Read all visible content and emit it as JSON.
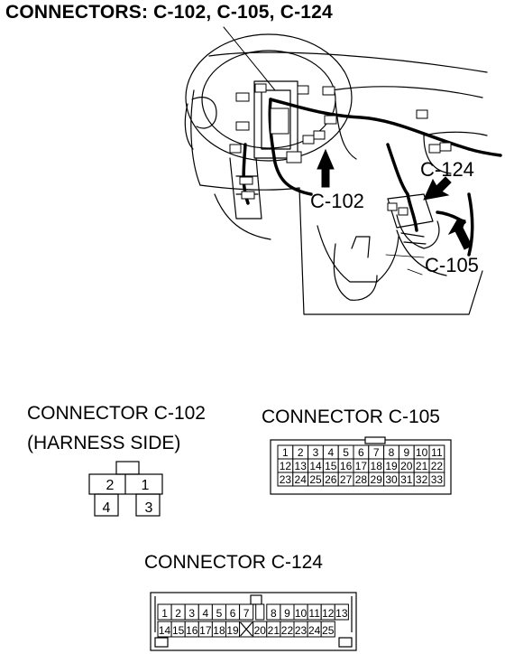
{
  "title": "CONNECTORS: C-102, C-105, C-124",
  "illustration": {
    "labels": {
      "c102": "C-102",
      "c124": "C-124",
      "c105": "C-105"
    }
  },
  "connector_c102": {
    "heading": "CONNECTOR C-102",
    "subheading": "(HARNESS SIDE)",
    "pins": [
      "1",
      "2",
      "3",
      "4"
    ]
  },
  "connector_c105": {
    "heading": "CONNECTOR C-105",
    "rows": [
      [
        "1",
        "2",
        "3",
        "4",
        "5",
        "6",
        "7",
        "8",
        "9",
        "10",
        "11"
      ],
      [
        "12",
        "13",
        "14",
        "15",
        "16",
        "17",
        "18",
        "19",
        "20",
        "21",
        "22"
      ],
      [
        "23",
        "24",
        "25",
        "26",
        "27",
        "28",
        "29",
        "30",
        "31",
        "32",
        "33"
      ]
    ]
  },
  "connector_c124": {
    "heading": "CONNECTOR C-124",
    "rows": [
      [
        "1",
        "2",
        "3",
        "4",
        "5",
        "6",
        "7",
        "",
        "8",
        "9",
        "10",
        "11",
        "12",
        "13"
      ],
      [
        "14",
        "15",
        "16",
        "17",
        "18",
        "19",
        "",
        "20",
        "21",
        "22",
        "23",
        "24",
        "25"
      ]
    ]
  }
}
